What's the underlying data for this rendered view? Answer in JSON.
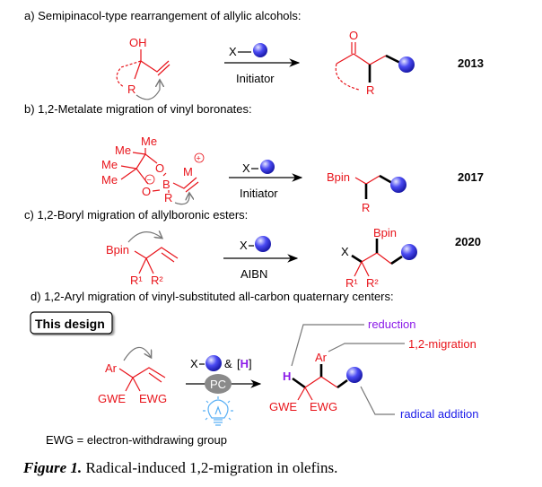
{
  "sections": {
    "a": {
      "title": "a) Semipinacol-type rearrangement of allylic alcohols:",
      "oh": "OH",
      "r": "R",
      "o": "O",
      "r_prod": "R",
      "reagent_x": "X",
      "condition": "Initiator",
      "year": "2013"
    },
    "b": {
      "title": "b) 1,2-Metalate migration of vinyl boronates:",
      "me1": "Me",
      "me2": "Me",
      "me3": "Me",
      "me4": "Me",
      "o1": "O",
      "o2": "O",
      "b": "B",
      "r": "R",
      "m": "M",
      "plus": "+",
      "minus": "−",
      "reagent_x": "X",
      "condition": "Initiator",
      "bpin": "Bpin",
      "r_prod": "R",
      "year": "2017"
    },
    "c": {
      "title": "c) 1,2-Boryl migration of allylboronic esters:",
      "bpin": "Bpin",
      "r1": "R¹",
      "r2": "R²",
      "reagent_x": "X",
      "condition": "AIBN",
      "x_prod": "X",
      "bpin_prod": "Bpin",
      "r1_prod": "R¹",
      "r2_prod": "R²",
      "year": "2020"
    },
    "d": {
      "title": "d) 1,2-Aryl migration of vinyl-substituted all-carbon quaternary centers:",
      "badge": "This design",
      "ar": "Ar",
      "gwe": "GWE",
      "ewg": "EWG",
      "reagent_x": "X",
      "amp": "&",
      "h_open": "[",
      "h": "H",
      "h_close": "]",
      "catalyst": "PC",
      "h_prod": "H",
      "ar_prod": "Ar",
      "gwe_prod": "GWE",
      "ewg_prod": "EWG",
      "label_reduction": "reduction",
      "label_migration": "1,2-migration",
      "label_addition": "radical addition",
      "footnote": "EWG = electron-withdrawing group"
    }
  },
  "caption": {
    "label": "Figure 1.",
    "text": " Radical-induced 1,2-migration in olefins."
  },
  "colors": {
    "red": "#e8141b",
    "purple": "#8b1ae8",
    "blue": "#1a1ae8",
    "ball": "#4040f0"
  }
}
